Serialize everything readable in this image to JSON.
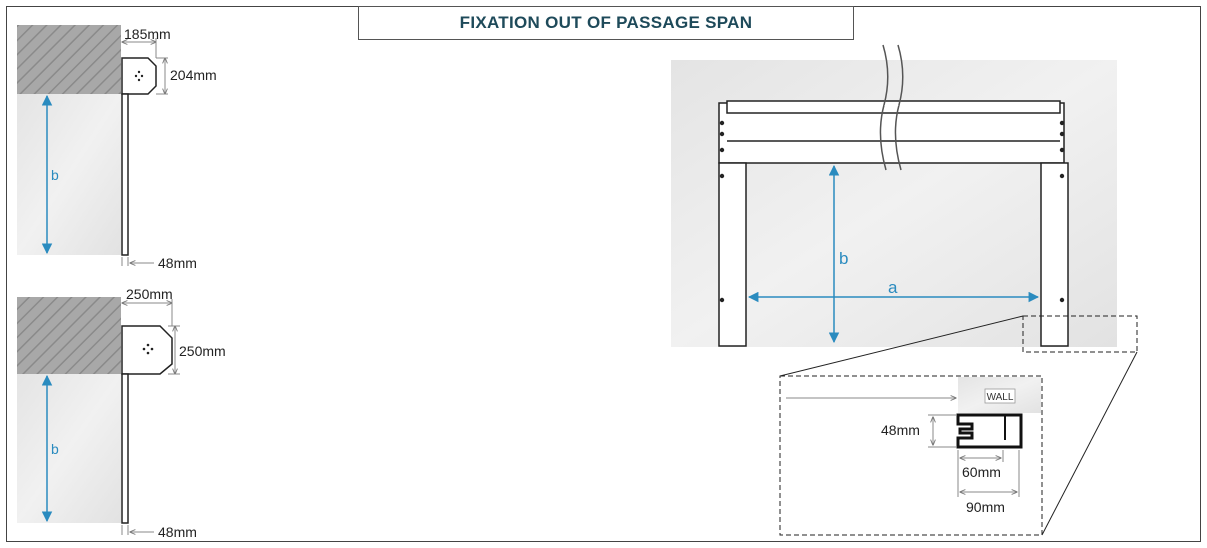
{
  "title": "FIXATION OUT OF PASSAGE SPAN",
  "top_detail": {
    "width_label": "185mm",
    "height_label": "204mm",
    "guide_label": "48mm",
    "height_var": "b"
  },
  "bottom_detail": {
    "width_label": "250mm",
    "height_label": "250mm",
    "guide_label": "48mm",
    "height_var": "b"
  },
  "front_view": {
    "height_var": "b",
    "width_var": "a"
  },
  "zoom_detail": {
    "wall_label": "WALL",
    "depth_label": "48mm",
    "inner_label": "60mm",
    "outer_label": "90mm"
  },
  "colors": {
    "title": "#1e4a5a",
    "dimension_blue": "#2a8bbf",
    "arrow_gray": "#888888",
    "wall_hatch": "#9a9a9a"
  }
}
